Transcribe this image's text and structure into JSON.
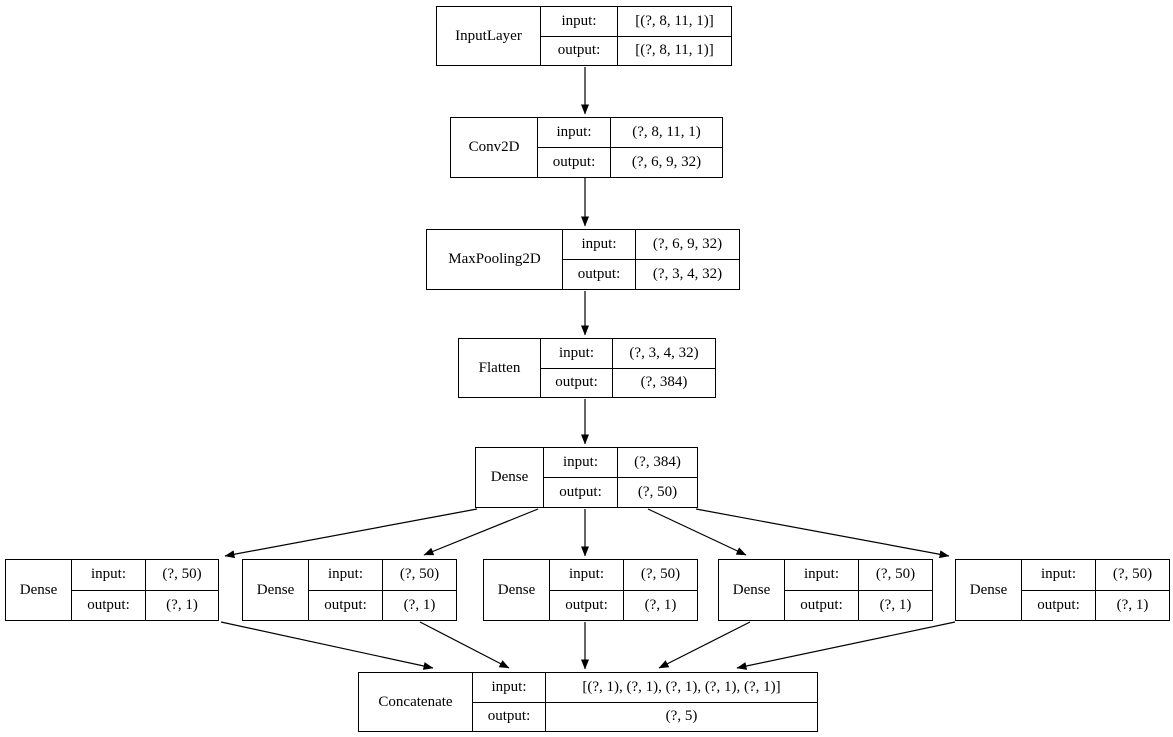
{
  "diagram": {
    "title": "Keras model architecture graph",
    "colors": {
      "border": "#000000",
      "background": "#ffffff",
      "text": "#000000"
    },
    "nodes": [
      {
        "id": "input_layer",
        "label": "InputLayer",
        "rows": [
          {
            "key": "input:",
            "value": "[(?, 8, 11, 1)]"
          },
          {
            "key": "output:",
            "value": "[(?, 8, 11, 1)]"
          }
        ]
      },
      {
        "id": "conv2d",
        "label": "Conv2D",
        "rows": [
          {
            "key": "input:",
            "value": "(?, 8, 11, 1)"
          },
          {
            "key": "output:",
            "value": "(?, 6, 9, 32)"
          }
        ]
      },
      {
        "id": "maxpooling2d",
        "label": "MaxPooling2D",
        "rows": [
          {
            "key": "input:",
            "value": "(?, 6, 9, 32)"
          },
          {
            "key": "output:",
            "value": "(?, 3, 4, 32)"
          }
        ]
      },
      {
        "id": "flatten",
        "label": "Flatten",
        "rows": [
          {
            "key": "input:",
            "value": "(?, 3, 4, 32)"
          },
          {
            "key": "output:",
            "value": "(?, 384)"
          }
        ]
      },
      {
        "id": "dense",
        "label": "Dense",
        "rows": [
          {
            "key": "input:",
            "value": "(?, 384)"
          },
          {
            "key": "output:",
            "value": "(?, 50)"
          }
        ]
      },
      {
        "id": "dense_branch_1",
        "label": "Dense",
        "rows": [
          {
            "key": "input:",
            "value": "(?, 50)"
          },
          {
            "key": "output:",
            "value": "(?, 1)"
          }
        ]
      },
      {
        "id": "dense_branch_2",
        "label": "Dense",
        "rows": [
          {
            "key": "input:",
            "value": "(?, 50)"
          },
          {
            "key": "output:",
            "value": "(?, 1)"
          }
        ]
      },
      {
        "id": "dense_branch_3",
        "label": "Dense",
        "rows": [
          {
            "key": "input:",
            "value": "(?, 50)"
          },
          {
            "key": "output:",
            "value": "(?, 1)"
          }
        ]
      },
      {
        "id": "dense_branch_4",
        "label": "Dense",
        "rows": [
          {
            "key": "input:",
            "value": "(?, 50)"
          },
          {
            "key": "output:",
            "value": "(?, 1)"
          }
        ]
      },
      {
        "id": "dense_branch_5",
        "label": "Dense",
        "rows": [
          {
            "key": "input:",
            "value": "(?, 50)"
          },
          {
            "key": "output:",
            "value": "(?, 1)"
          }
        ]
      },
      {
        "id": "concatenate",
        "label": "Concatenate",
        "rows": [
          {
            "key": "input:",
            "value": "[(?, 1), (?, 1), (?, 1), (?, 1), (?, 1)]"
          },
          {
            "key": "output:",
            "value": "(?, 5)"
          }
        ]
      }
    ],
    "edges": [
      {
        "from": "input_layer",
        "to": "conv2d"
      },
      {
        "from": "conv2d",
        "to": "maxpooling2d"
      },
      {
        "from": "maxpooling2d",
        "to": "flatten"
      },
      {
        "from": "flatten",
        "to": "dense"
      },
      {
        "from": "dense",
        "to": "dense_branch_1"
      },
      {
        "from": "dense",
        "to": "dense_branch_2"
      },
      {
        "from": "dense",
        "to": "dense_branch_3"
      },
      {
        "from": "dense",
        "to": "dense_branch_4"
      },
      {
        "from": "dense",
        "to": "dense_branch_5"
      },
      {
        "from": "dense_branch_1",
        "to": "concatenate"
      },
      {
        "from": "dense_branch_2",
        "to": "concatenate"
      },
      {
        "from": "dense_branch_3",
        "to": "concatenate"
      },
      {
        "from": "dense_branch_4",
        "to": "concatenate"
      },
      {
        "from": "dense_branch_5",
        "to": "concatenate"
      }
    ]
  }
}
